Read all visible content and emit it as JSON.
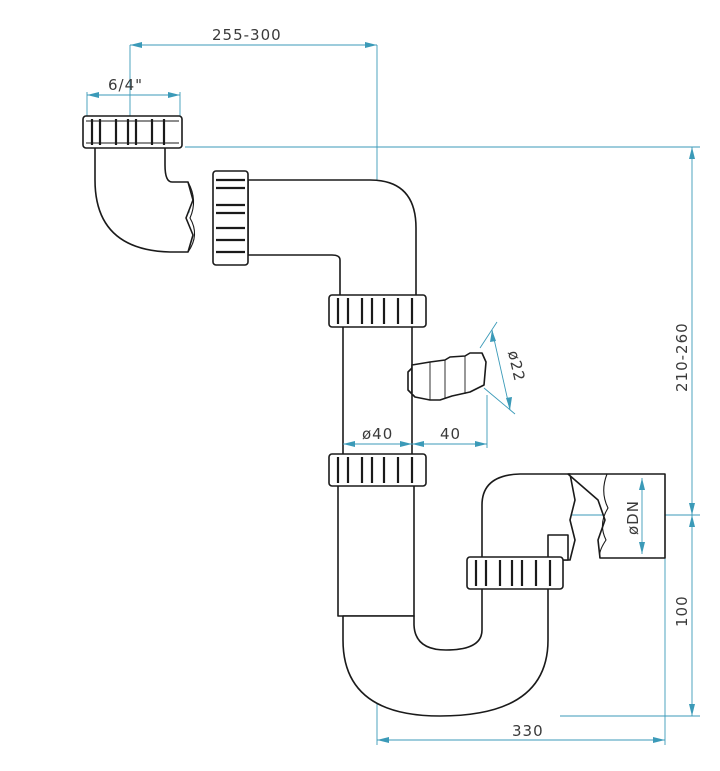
{
  "dimensions": {
    "width_span": "255-300",
    "inlet_thread": "6/4\"",
    "tube_diameter": "ø40",
    "side_spigot_offset": "40",
    "side_spigot_diameter": "ø22",
    "total_height": "210-260",
    "outlet_height": "100",
    "outlet_length": "330",
    "outlet_diameter": "øDN"
  },
  "colors": {
    "dimension_line": "#3b9ab8",
    "outline": "#1a1a1a"
  }
}
